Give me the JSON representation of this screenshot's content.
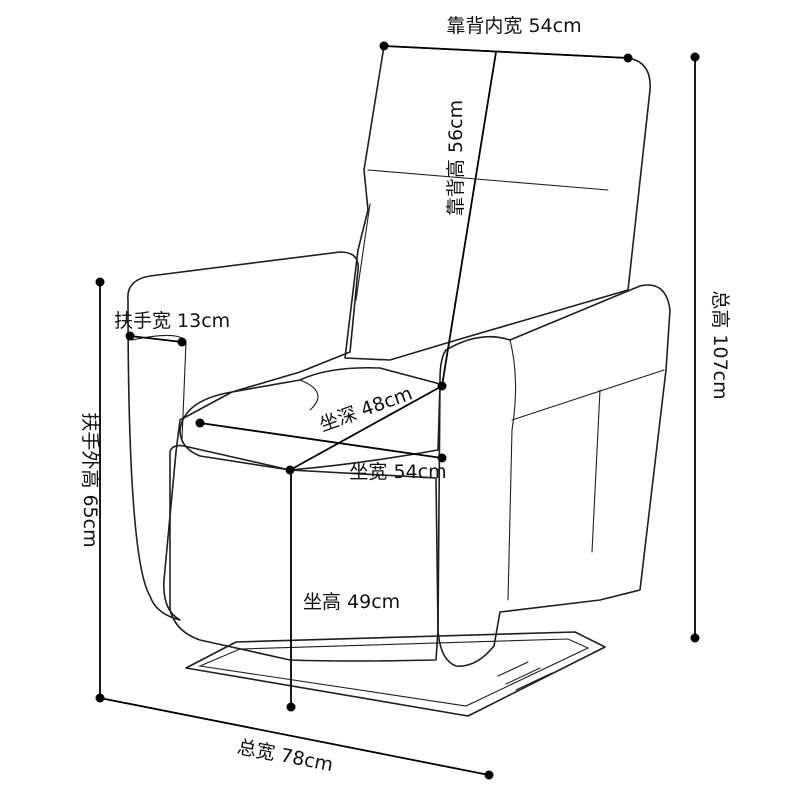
{
  "dimensions": {
    "backrest_inner_width": "靠背内宽 54cm",
    "backrest_height": "靠背高 56cm",
    "total_height": "总高 107cm",
    "armrest_width": "扶手宽 13cm",
    "armrest_outer_height": "扶手外高 65cm",
    "seat_depth": "坐深 48cm",
    "seat_width": "坐宽 54cm",
    "seat_height": "坐高 49cm",
    "total_width": "总宽 78cm"
  }
}
